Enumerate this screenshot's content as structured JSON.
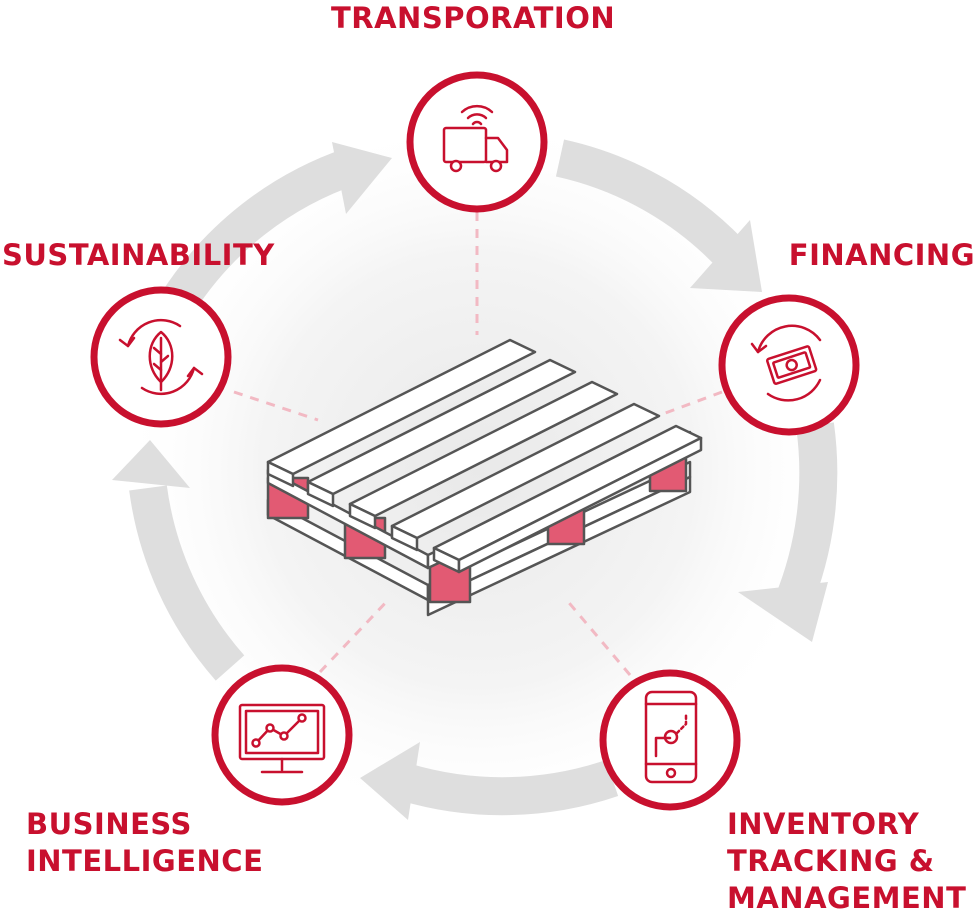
{
  "colors": {
    "accent": "#c8102e",
    "pallet_block": "#e25a73",
    "pallet_stroke": "#555555",
    "arrow": "#dcdcdc",
    "connector": "#f2b9c3"
  },
  "nodes": [
    {
      "id": "transportation",
      "icon": "truck-signal-icon",
      "label_lines": [
        "TRANSPORATION"
      ]
    },
    {
      "id": "financing",
      "icon": "money-cycle-icon",
      "label_lines": [
        "FINANCING"
      ]
    },
    {
      "id": "inventory",
      "icon": "phone-tracking-icon",
      "label_lines": [
        "INVENTORY",
        "TRACKING &",
        "MANAGEMENT"
      ]
    },
    {
      "id": "bi",
      "icon": "monitor-chart-icon",
      "label_lines": [
        "BUSINESS",
        "INTELLIGENCE"
      ]
    },
    {
      "id": "sustainability",
      "icon": "leaf-recycle-icon",
      "label_lines": [
        "SUSTAINABILITY"
      ]
    }
  ],
  "center": {
    "icon": "pallet-icon"
  }
}
